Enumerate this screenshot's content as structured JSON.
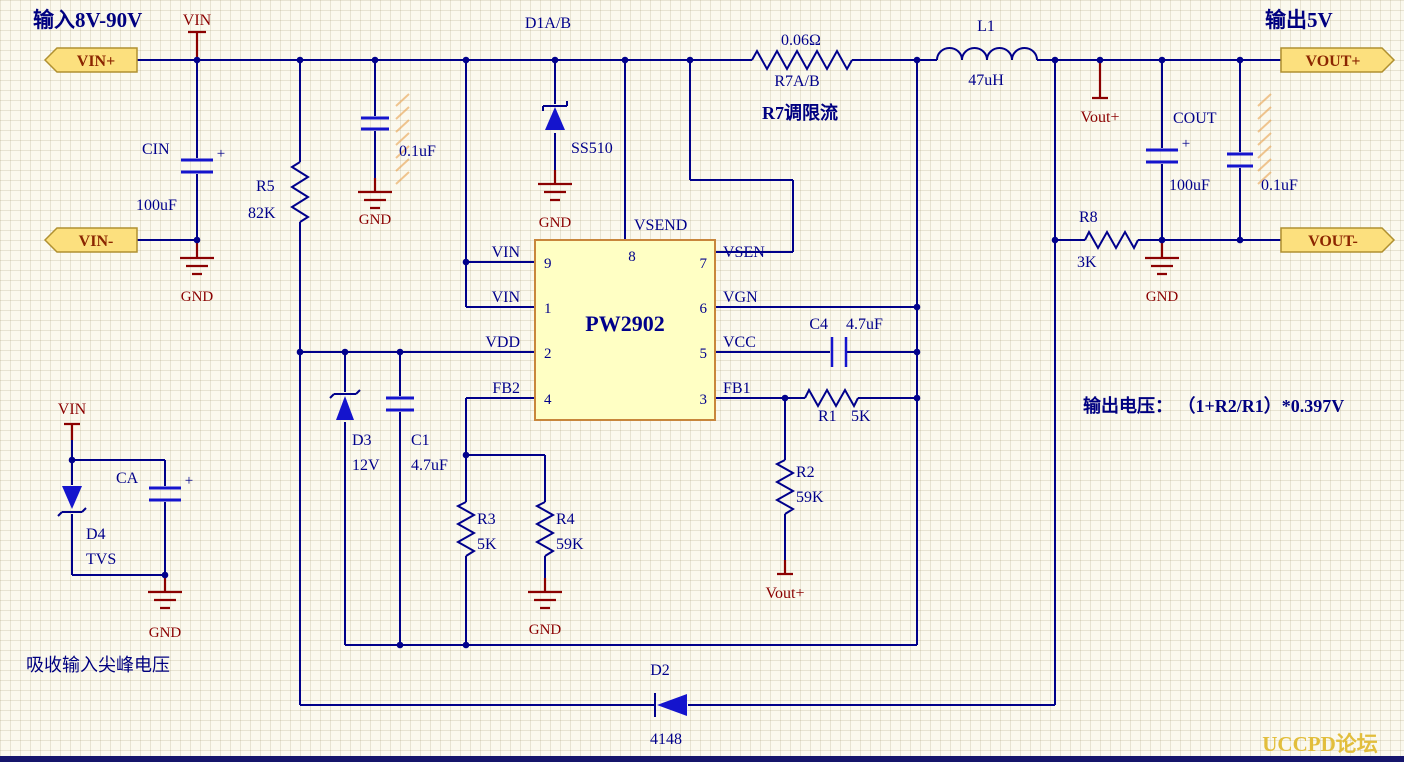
{
  "colors": {
    "wire": "#00008B",
    "component": "#1414CD",
    "label-red": "#8B0000",
    "label-blue": "#00008B",
    "port-fill": "#FCE07E",
    "port-border": "#B09030",
    "ic-fill": "#FFFFC4",
    "ic-border": "#C8863C",
    "title": "#000080",
    "watermark": "#E2BE3C",
    "bg": "#FBF9EE"
  },
  "titles": {
    "input": "输入8V-90V",
    "output": "输出5V",
    "r7_note": "R7调限流",
    "formula": "输出电压： （1+R2/R1）*0.397V",
    "absorb_note": "吸收输入尖峰电压",
    "watermark": "UCCPD论坛"
  },
  "ports": {
    "vin_plus": "VIN+",
    "vin_minus": "VIN-",
    "vout_plus": "VOUT+",
    "vout_minus": "VOUT-"
  },
  "nets": {
    "vin_top": "VIN",
    "vin_bottom": "VIN",
    "vout_mid": "Vout+",
    "vout_low": "Vout+",
    "gnd": "GND",
    "plus": "+"
  },
  "ic": {
    "name": "PW2902",
    "pins_left": [
      {
        "num": "9",
        "label": "VIN"
      },
      {
        "num": "1",
        "label": "VIN"
      },
      {
        "num": "2",
        "label": "VDD"
      },
      {
        "num": "4",
        "label": "FB2"
      }
    ],
    "pin_top": {
      "num": "8",
      "label": "VSEND"
    },
    "pins_right": [
      {
        "num": "7",
        "label": "VSEN"
      },
      {
        "num": "6",
        "label": "VGN"
      },
      {
        "num": "5",
        "label": "VCC"
      },
      {
        "num": "3",
        "label": "FB1"
      }
    ]
  },
  "components": {
    "cin": {
      "ref": "CIN",
      "value": "100uF"
    },
    "c_in_small": {
      "value": "0.1uF"
    },
    "cout": {
      "ref": "COUT",
      "value": "100uF"
    },
    "c_out_small": {
      "value": "0.1uF"
    },
    "c1": {
      "ref": "C1",
      "value": "4.7uF"
    },
    "c4": {
      "ref": "C4",
      "value": "4.7uF"
    },
    "ca": {
      "ref": "CA"
    },
    "r1": {
      "ref": "R1",
      "value": "5K"
    },
    "r2": {
      "ref": "R2",
      "value": "59K"
    },
    "r3": {
      "ref": "R3",
      "value": "5K"
    },
    "r4": {
      "ref": "R4",
      "value": "59K"
    },
    "r5": {
      "ref": "R5",
      "value": "82K"
    },
    "r7": {
      "ref": "R7A/B",
      "value": "0.06Ω"
    },
    "r8": {
      "ref": "R8",
      "value": "3K"
    },
    "l1": {
      "ref": "L1",
      "value": "47uH"
    },
    "d1": {
      "ref": "D1A/B",
      "value": "SS510"
    },
    "d2": {
      "ref": "D2",
      "value": "4148"
    },
    "d3": {
      "ref": "D3",
      "value": "12V"
    },
    "d4": {
      "ref": "D4",
      "value": "TVS"
    }
  }
}
